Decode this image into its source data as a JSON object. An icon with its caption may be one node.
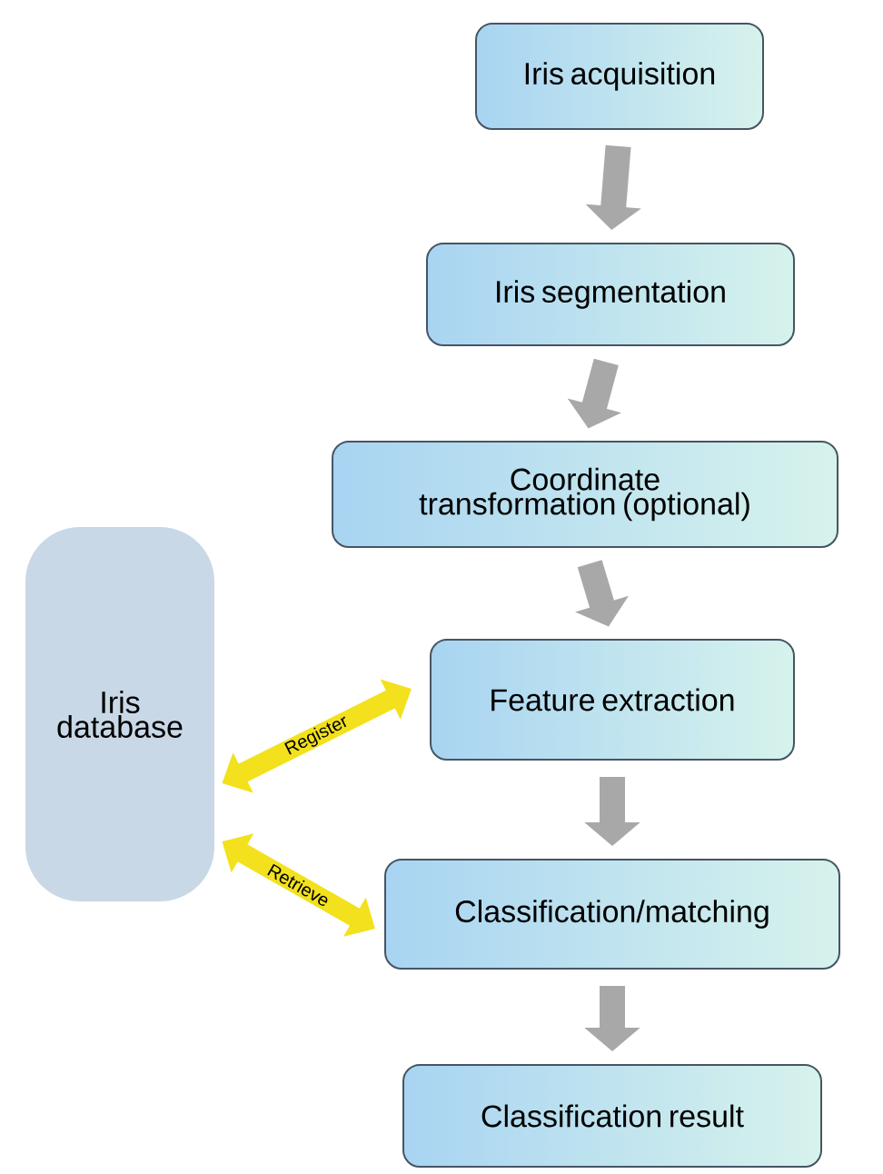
{
  "diagram": {
    "nodes": [
      {
        "text": [
          "Iris acquisition"
        ]
      },
      {
        "text": [
          "Iris segmentation"
        ]
      },
      {
        "text": [
          "Coordinate transformation (optional)"
        ]
      },
      {
        "text": [
          "Feature extraction"
        ]
      },
      {
        "text": [
          "Classification/matching"
        ]
      },
      {
        "text": [
          "Classification result"
        ]
      },
      {
        "text": [
          "Iris database"
        ]
      }
    ],
    "edges": [
      {
        "from": 0,
        "to": 1,
        "arrow": "to"
      },
      {
        "from": 1,
        "to": 2,
        "arrow": "to"
      },
      {
        "from": 2,
        "to": 3,
        "arrow": "to"
      },
      {
        "from": 3,
        "to": 4,
        "arrow": "to"
      },
      {
        "from": 4,
        "to": 5,
        "arrow": "to"
      },
      {
        "from": 6,
        "to": 3,
        "arrow": "both",
        "label": "Register",
        "color": "#f2e11c"
      },
      {
        "from": 6,
        "to": 4,
        "arrow": "both",
        "label": "Retrieve",
        "color": "#f2e11c"
      }
    ]
  }
}
